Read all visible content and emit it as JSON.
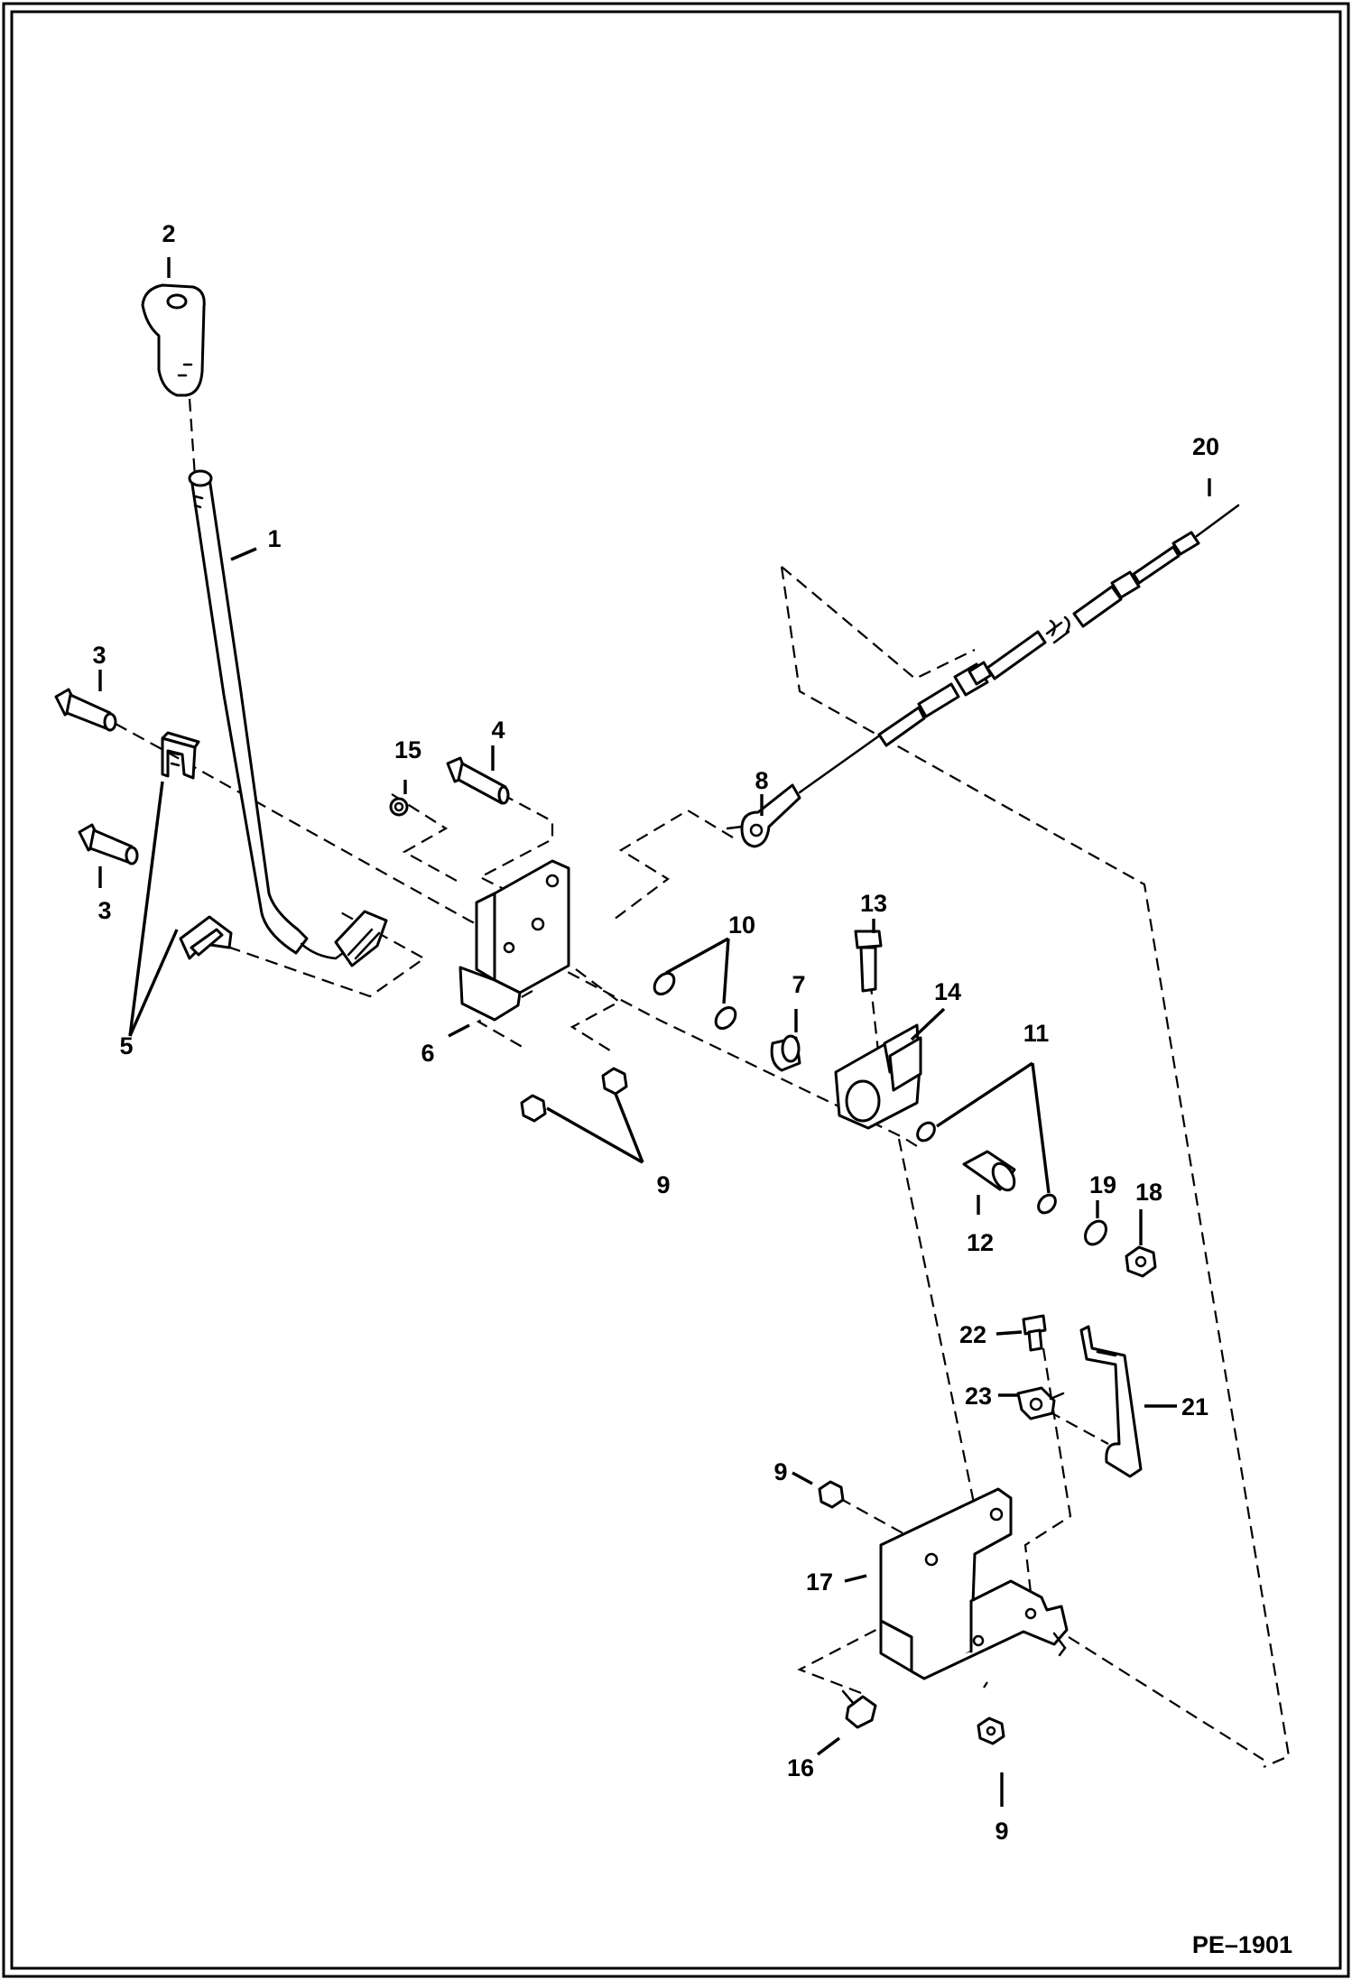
{
  "drawing": {
    "reference": "PE–1901",
    "callouts": {
      "c1": "1",
      "c2": "2",
      "c3a": "3",
      "c3b": "3",
      "c4": "4",
      "c5": "5",
      "c6": "6",
      "c7": "7",
      "c8": "8",
      "c9a": "9",
      "c9b": "9",
      "c9c": "9",
      "c10": "10",
      "c11": "11",
      "c12": "12",
      "c13": "13",
      "c14": "14",
      "c15": "15",
      "c16": "16",
      "c17": "17",
      "c18": "18",
      "c19": "19",
      "c20": "20",
      "c21": "21",
      "c22": "22",
      "c23": "23"
    }
  }
}
